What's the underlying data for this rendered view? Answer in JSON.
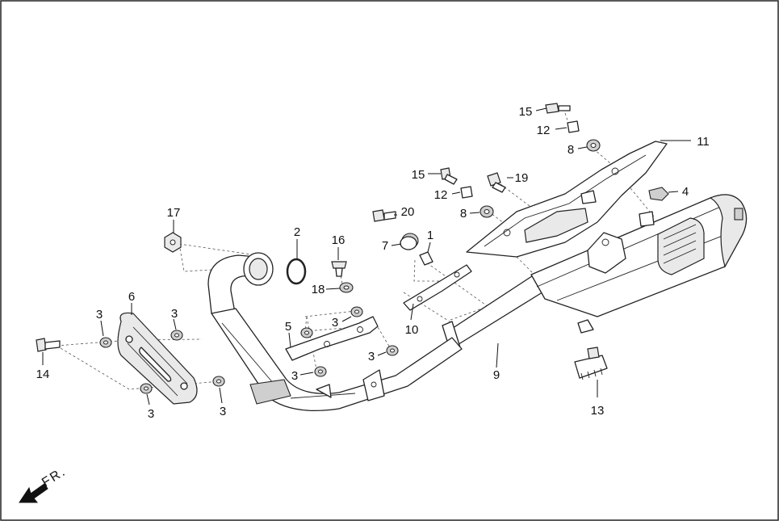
{
  "callouts": {
    "c1": "1",
    "c2": "2",
    "c3": "3",
    "c4": "4",
    "c5": "5",
    "c6": "6",
    "c7": "7",
    "c8": "8",
    "c9": "9",
    "c10": "10",
    "c11": "11",
    "c12": "12",
    "c13": "13",
    "c14": "14",
    "c15": "15",
    "c16": "16",
    "c17": "17",
    "c18": "18",
    "c19": "19",
    "c20": "20"
  },
  "direction": {
    "label": "FR."
  },
  "colors": {
    "line": "#222222",
    "part_fill": "#ffffff",
    "shade": "#e9e9e9"
  }
}
